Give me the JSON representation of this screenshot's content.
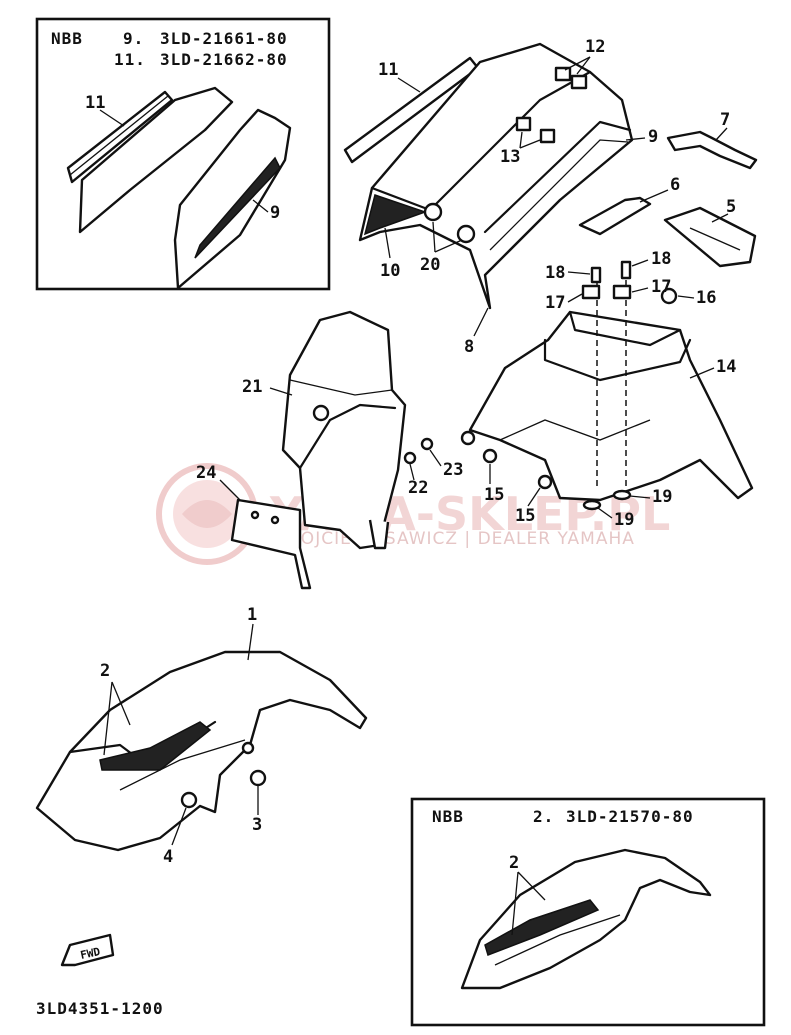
{
  "inset_top": {
    "model": "NBB",
    "line1_ref": "9.",
    "line1_part": "3LD-21661-80",
    "line2_ref": "11.",
    "line2_part": "3LD-21662-80",
    "callouts": [
      "11",
      "9"
    ]
  },
  "inset_bottom": {
    "model": "NBB",
    "line1_ref": "2.",
    "line1_part": "3LD-21570-80",
    "callouts": [
      "2"
    ]
  },
  "callouts": {
    "c1": "1",
    "c2": "2",
    "c3": "3",
    "c4": "4",
    "c5": "5",
    "c6": "6",
    "c7": "7",
    "c8": "8",
    "c9": "9",
    "c10": "10",
    "c11": "11",
    "c12": "12",
    "c13": "13",
    "c14": "14",
    "c15a": "15",
    "c15b": "15",
    "c16": "16",
    "c17a": "17",
    "c17b": "17",
    "c18a": "18",
    "c18b": "18",
    "c19a": "19",
    "c19b": "19",
    "c20": "20",
    "c21": "21",
    "c22": "22",
    "c23": "23",
    "c24": "24"
  },
  "fwd_label": "FWD",
  "diagram_code": "3LD4351-1200",
  "watermark": {
    "brand": "YAMA-SKLEP.PL",
    "dealer": "WOJCIECH SAWICZ | DEALER YAMAHA"
  }
}
